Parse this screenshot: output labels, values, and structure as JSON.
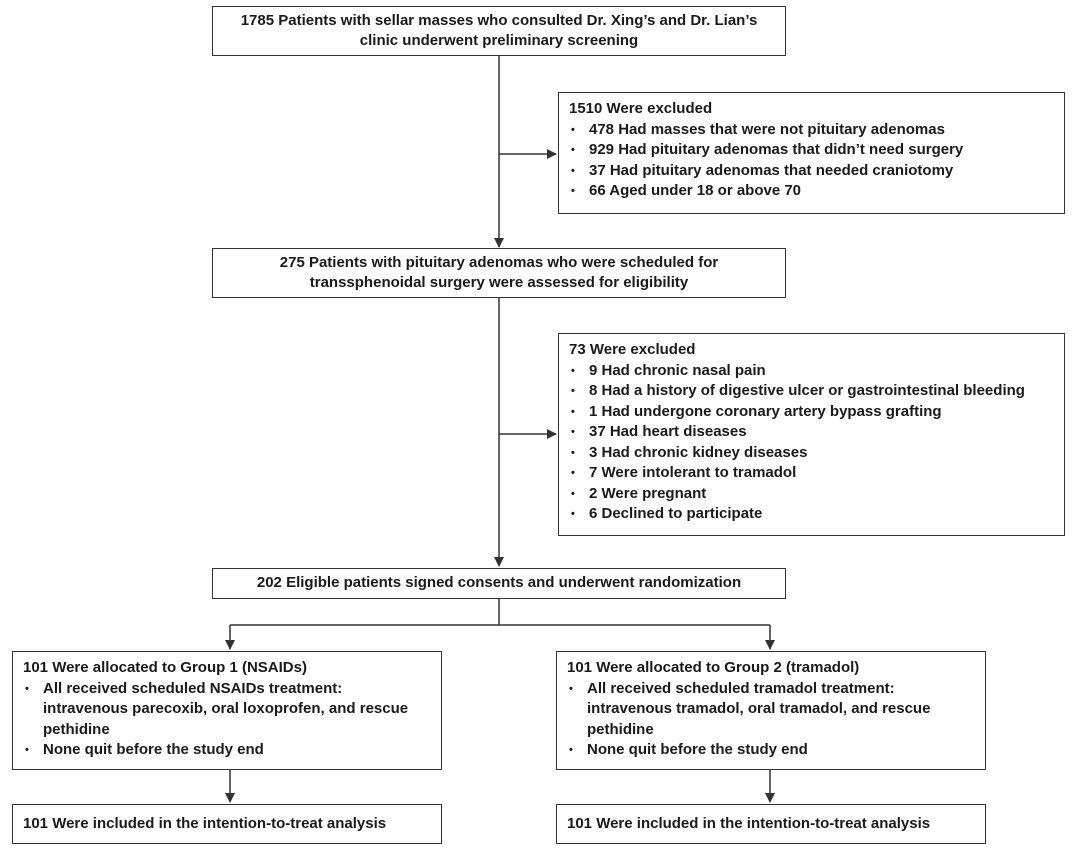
{
  "screening": {
    "line1": "1785 Patients with sellar masses who consulted Dr. Xing’s and Dr. Lian’s",
    "line2": "clinic underwent preliminary screening"
  },
  "exclusion1": {
    "title": "1510 Were excluded",
    "items": [
      "478 Had masses that were not pituitary adenomas",
      "929 Had pituitary adenomas that didn’t need surgery",
      "37 Had pituitary adenomas that needed craniotomy",
      "66 Aged under 18 or above 70"
    ]
  },
  "eligibility": {
    "line1": "275 Patients with pituitary adenomas who were scheduled for",
    "line2": "transsphenoidal surgery were assessed for eligibility"
  },
  "exclusion2": {
    "title": "73 Were excluded",
    "items": [
      "9 Had chronic nasal pain",
      "8 Had a history of digestive ulcer or gastrointestinal bleeding",
      "1 Had undergone coronary artery bypass grafting",
      "37 Had heart diseases",
      "3 Had chronic kidney diseases",
      "7 Were intolerant to tramadol",
      "2 Were pregnant",
      "6 Declined to participate"
    ]
  },
  "randomization": {
    "text": "202 Eligible patients signed consents and underwent randomization"
  },
  "group1": {
    "title": "101 Were allocated to Group 1 (NSAIDs)",
    "item1_lines": [
      "All received scheduled NSAIDs treatment:",
      "intravenous parecoxib, oral loxoprofen, and rescue",
      "pethidine"
    ],
    "item2": "None quit before the study end"
  },
  "group2": {
    "title": "101 Were allocated to Group 2 (tramadol)",
    "item1_lines": [
      "All received scheduled tramadol treatment:",
      "intravenous tramadol, oral tramadol, and rescue",
      "pethidine"
    ],
    "item2": "None quit before the study end"
  },
  "analysis1": {
    "text": "101 Were included in the intention-to-treat analysis"
  },
  "analysis2": {
    "text": "101 Were included in the intention-to-treat analysis"
  }
}
